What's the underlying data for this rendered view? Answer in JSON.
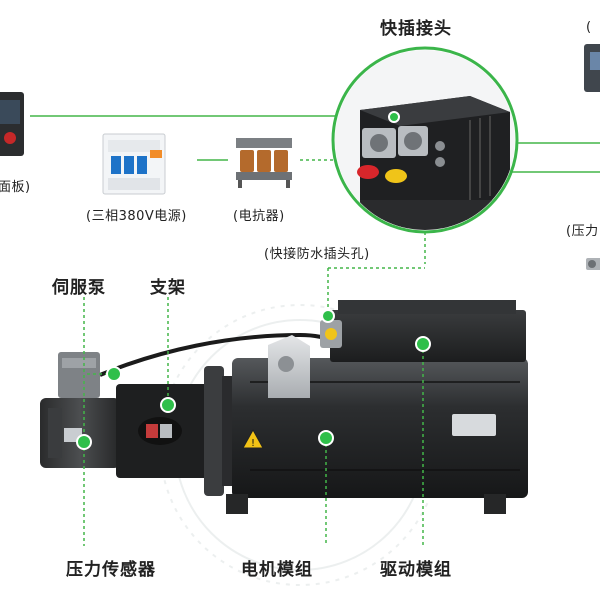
{
  "labels": {
    "quick_connector": "快插接头",
    "panel_partial": "面板)",
    "power_supply": "(三相380V电源)",
    "reactor": "(电抗器)",
    "waterproof_socket": "(快接防水插头孔)",
    "pressure_partial": "(压力",
    "top_right_partial": "(",
    "servo_pump": "伺服泵",
    "bracket": "支架",
    "pressure_sensor": "压力传感器",
    "motor_module": "电机模组",
    "drive_module": "驱动模组"
  },
  "colors": {
    "accent_green": "#2fb54a",
    "line_green": "#43b649",
    "dot_green": "#2fbf4a",
    "dark_metal": "#2a2c2e",
    "plug_red": "#d8262b",
    "plug_yellow": "#f0c419"
  }
}
